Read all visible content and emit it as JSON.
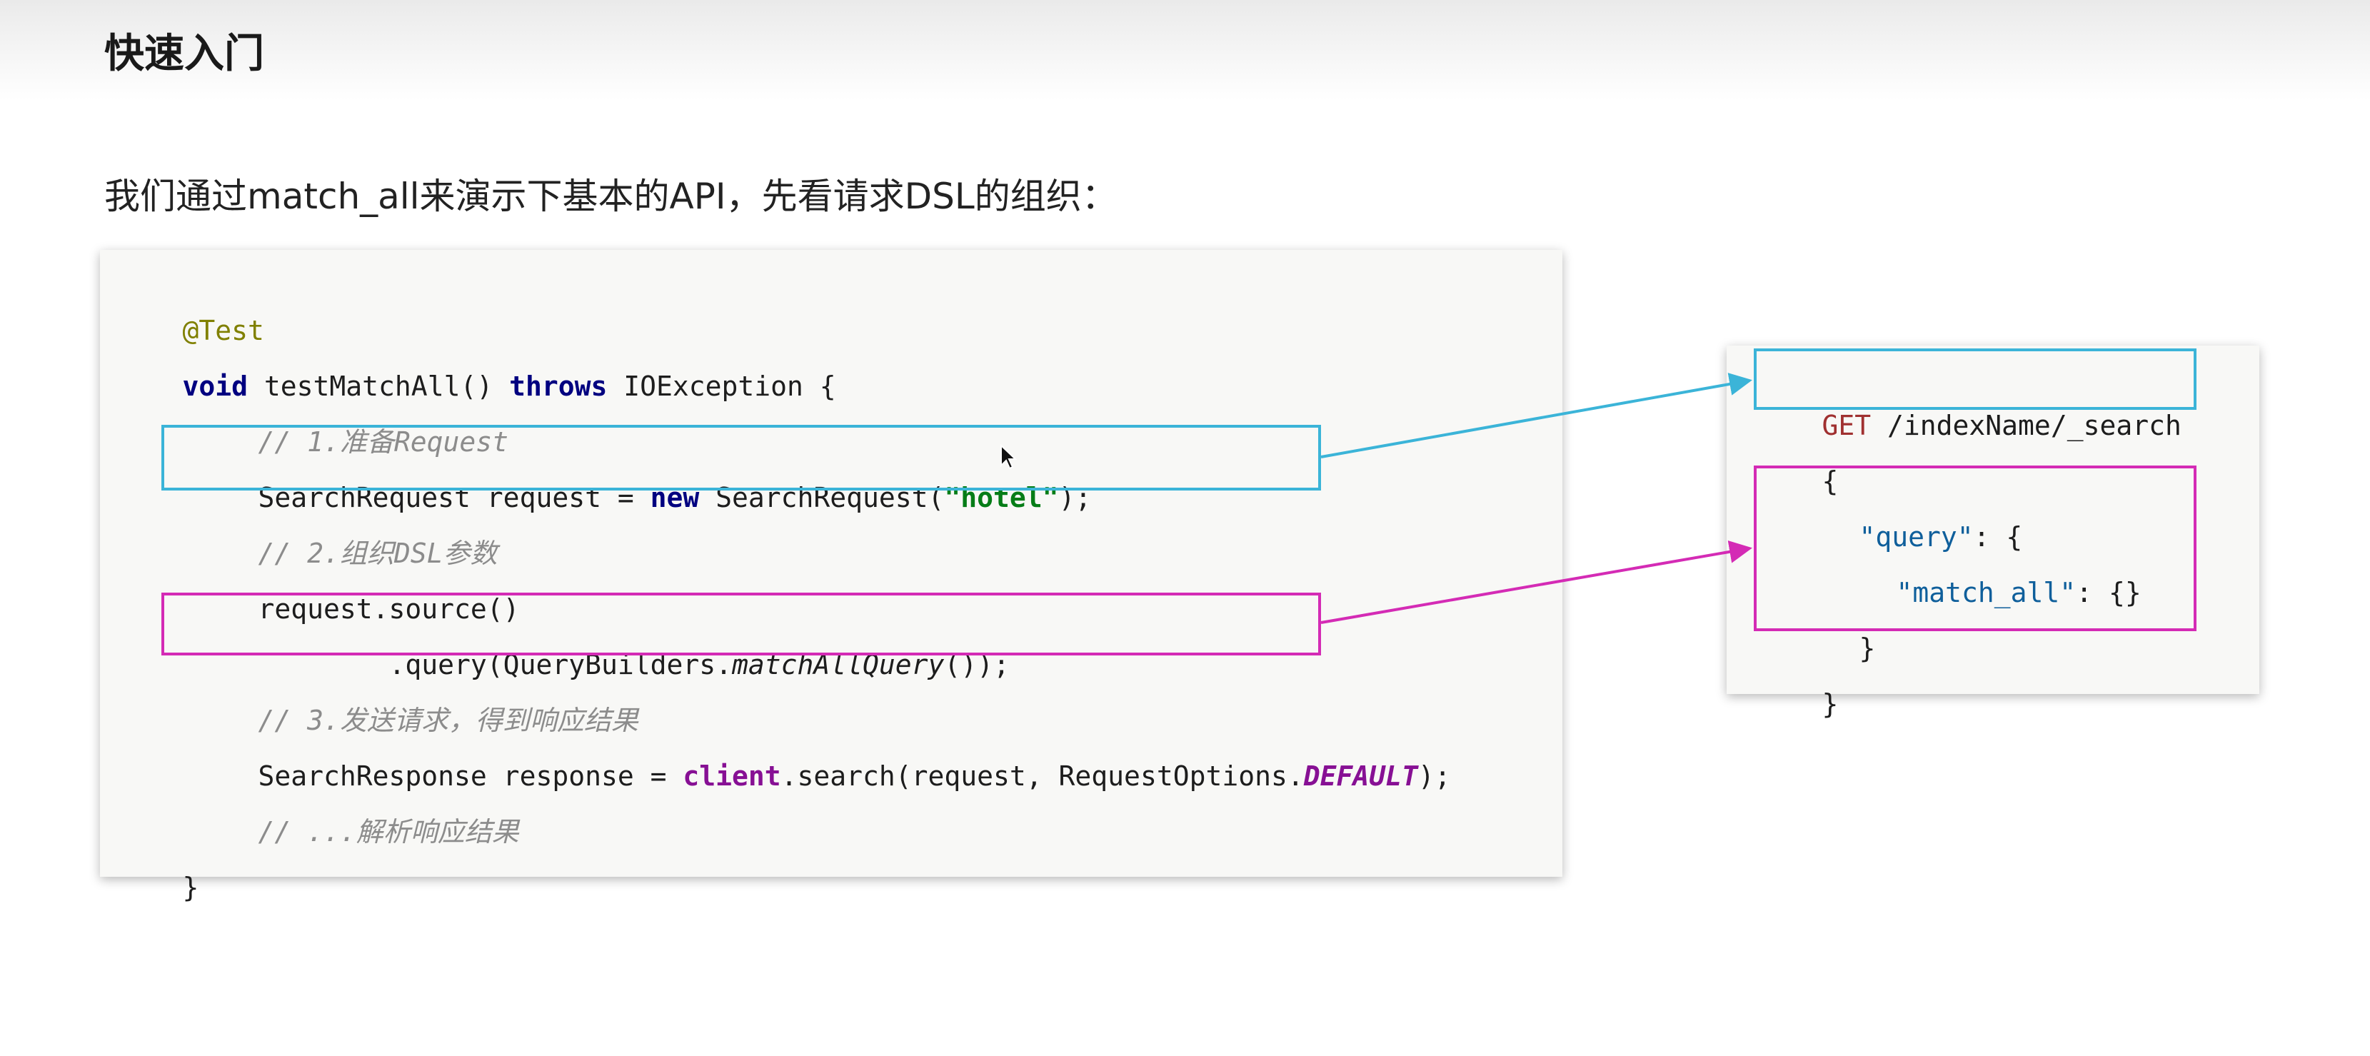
{
  "title": "快速入门",
  "intro": "我们通过match_all来演示下基本的API，先看请求DSL的组织：",
  "java_code": {
    "annotation": "@Test",
    "method_void": "void",
    "method_sig": " testMatchAll() ",
    "method_throws": "throws",
    "method_exception": " IOException {",
    "comment1": "// 1.准备Request",
    "req_decl": "SearchRequest request = ",
    "req_new": "new",
    "req_ctor": " SearchRequest(",
    "req_arg": "\"hotel\"",
    "req_end": ");",
    "comment2": "// 2.组织DSL参数",
    "source_call": "request.source()",
    "query_prefix": "        .query(QueryBuilders.",
    "query_method": "matchAllQuery",
    "query_suffix": "());",
    "comment3": "// 3.发送请求，得到响应结果",
    "resp_decl": "SearchResponse response = ",
    "resp_client": "client",
    "resp_call": ".search(request, RequestOptions.",
    "resp_default": "DEFAULT",
    "resp_end": ");",
    "comment4": "// ...解析响应结果",
    "close_brace": "}"
  },
  "dsl": {
    "method": "GET",
    "path": " /indexName/_search",
    "open_brace": "{",
    "query_key": "\"query\"",
    "query_colon": ": {",
    "match_all_key": "\"match_all\"",
    "match_all_value": ": {}",
    "inner_close": "}",
    "outer_close": "}"
  },
  "colors": {
    "cyan_highlight": "#3bb4d8",
    "magenta_highlight": "#d42bb5"
  }
}
